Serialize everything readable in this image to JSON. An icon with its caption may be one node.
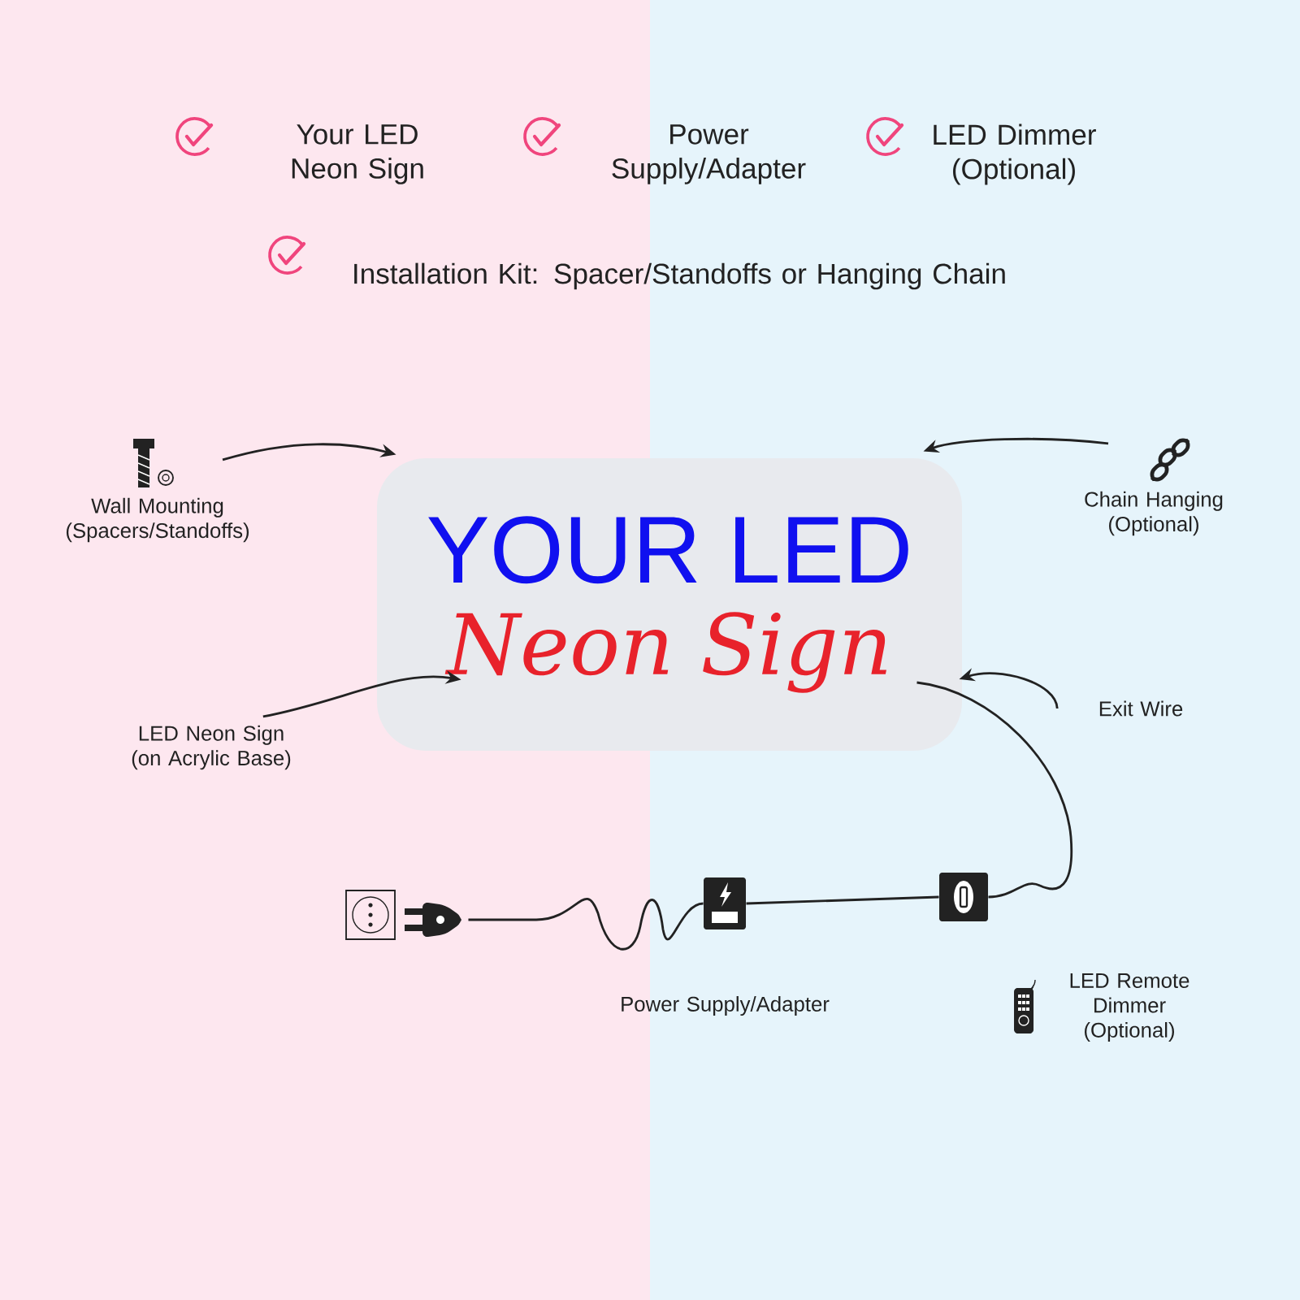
{
  "diagram": {
    "nodes": [
      {
        "text": [
          "YOUR LED",
          "Neon Sign"
        ]
      },
      {
        "text": [
          "Wall Mounting (Spacers/Standoffs)"
        ]
      },
      {
        "text": [
          "Chain Hanging (Optional)"
        ]
      },
      {
        "text": [
          "LED Neon Sign (on Acrylic Base)"
        ]
      },
      {
        "text": [
          "Exit Wire"
        ]
      },
      {
        "text": [],
        "shape": "box"
      },
      {
        "text": [],
        "shape": "picture"
      },
      {
        "text": [],
        "shape": "picture"
      },
      {
        "text": [],
        "shape": "picture"
      }
    ],
    "edges": [
      {
        "from": 1,
        "to": 0,
        "arrow": "to"
      },
      {
        "from": 2,
        "to": 0,
        "arrow": "to"
      },
      {
        "from": 3,
        "to": 0,
        "arrow": "to"
      },
      {
        "from": 4,
        "to": 0,
        "arrow": "to"
      },
      {
        "from": 6,
        "to": 7,
        "arrow": "none"
      },
      {
        "from": 7,
        "to": 8,
        "arrow": "none"
      },
      {
        "from": 8,
        "to": 0,
        "arrow": "none"
      }
    ],
    "labels": [
      "Your LED Neon Sign",
      "Power Supply/Adapter",
      "LED Dimmer (Optional)",
      "Installation Kit: Spacer/Standoffs or Hanging Chain",
      "Power Supply/Adapter",
      "LED Remote Dimmer (Optional)"
    ]
  }
}
